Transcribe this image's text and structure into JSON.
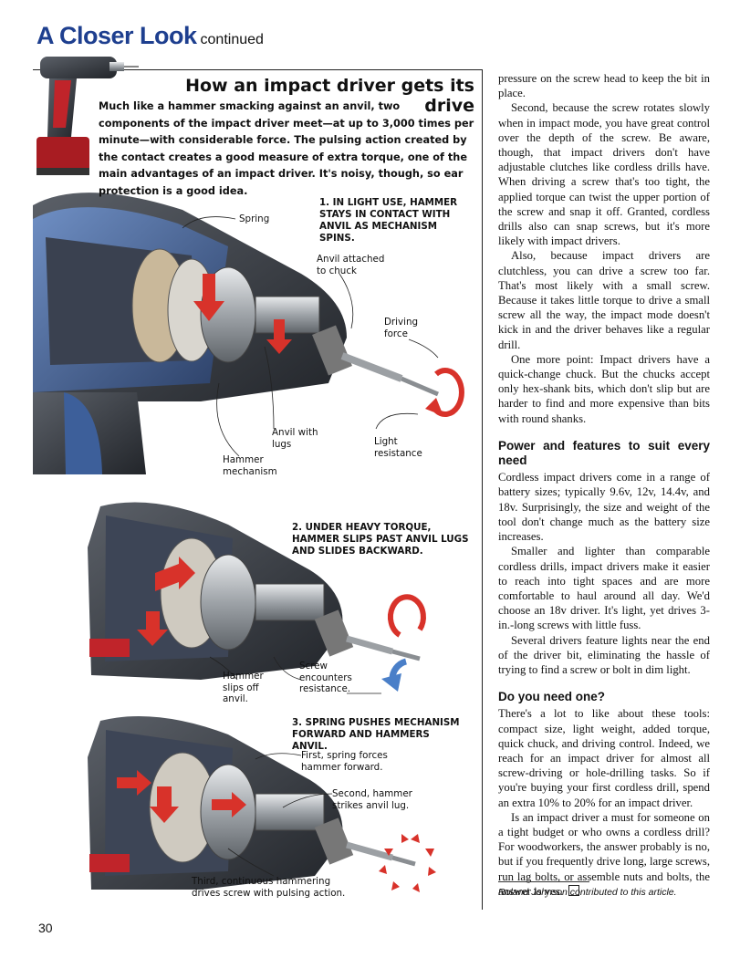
{
  "header": {
    "title": "A Closer Look",
    "subtitle": "continued"
  },
  "sidebar": {
    "title": "How an impact driver gets its drive",
    "intro": "Much like a hammer smacking against an anvil, two components of the impact driver meet—at up to 3,000 times per minute—with considerable force. The pulsing action created by the contact creates a good measure of extra torque, one of the main advantages of an impact driver. It's noisy, though, so ear protection is a good idea.",
    "steps": [
      "1. IN LIGHT USE, HAMMER STAYS IN CONTACT WITH ANVIL AS MECHANISM SPINS.",
      "2. UNDER HEAVY TORQUE, HAMMER SLIPS PAST ANVIL LUGS AND SLIDES BACKWARD.",
      "3. SPRING PUSHES MECHANISM FORWARD AND HAMMERS ANVIL."
    ],
    "labels": {
      "spring": "Spring",
      "anvil_attached": "Anvil attached to chuck",
      "driving_force": "Driving force",
      "anvil_lugs": "Anvil with lugs",
      "light_resistance": "Light resistance",
      "hammer_mechanism": "Hammer mechanism",
      "screw_resistance": "Screw encounters resistance.",
      "hammer_slips": "Hammer slips off anvil.",
      "first_spring": "First, spring forces hammer forward.",
      "second_hammer": "Second, hammer strikes anvil lug.",
      "third_hammering": "Third, continuous hammering drives screw with pulsing action."
    }
  },
  "article": {
    "p1": "pressure on the screw head to keep the bit in place.",
    "p2": "Second, because the screw rotates slowly when in impact mode, you have great control over the depth of the screw. Be aware, though, that impact drivers don't have adjustable clutches like cordless drills have. When driving a screw that's too tight, the applied torque can twist the upper portion of the screw and snap it off. Granted, cordless drills also can snap screws, but it's more likely with impact drivers.",
    "p3": "Also, because impact drivers are clutchless, you can drive a screw too far. That's most likely with a small screw. Because it takes little torque to drive a small screw all the way, the impact mode doesn't kick in and the driver behaves like a regular drill.",
    "p4": "One more point: Impact drivers have a quick-change chuck. But the chucks accept only hex-shank bits, which don't slip but are harder to find and more expensive than bits with round shanks.",
    "h1": "Power and features to suit every need",
    "p5": "Cordless impact drivers come in a range of battery sizes; typically 9.6v, 12v, 14.4v, and 18v. Surprisingly, the size and weight of the tool don't change much as the battery size increases.",
    "p6": "Smaller and lighter than comparable cordless drills, impact drivers make it easier to reach into tight spaces and are more comfortable to haul around all day. We'd choose an 18v driver. It's light, yet drives 3-in.-long screws with little fuss.",
    "p7": "Several drivers feature lights near the end of the driver bit, eliminating the hassle of trying to find a screw or bolt in dim light.",
    "h2": "Do you need one?",
    "p8": "There's a lot to like about these tools: compact size, light weight, added torque, quick chuck, and driving control. Indeed, we reach for an impact driver for almost all screw-driving or hole-drilling tasks. So if you're buying your first cordless drill, spend an extra 10% to 20% for an impact driver.",
    "p9": "Is an impact driver a must for someone on a tight budget or who owns a cordless drill? For woodworkers, the answer probably is no, but if you frequently drive long, large screws, run lag bolts, or assemble nuts and bolts, the answer is yes.",
    "credit": "Roland Johnson contributed to this article."
  },
  "folio": "30",
  "colors": {
    "header_blue": "#1e3f8f",
    "tool_blue": "#3d5f9a",
    "arrow_red": "#d8322a",
    "arrow_blue": "#4a7fc8",
    "steel": "#b9bcc0"
  }
}
